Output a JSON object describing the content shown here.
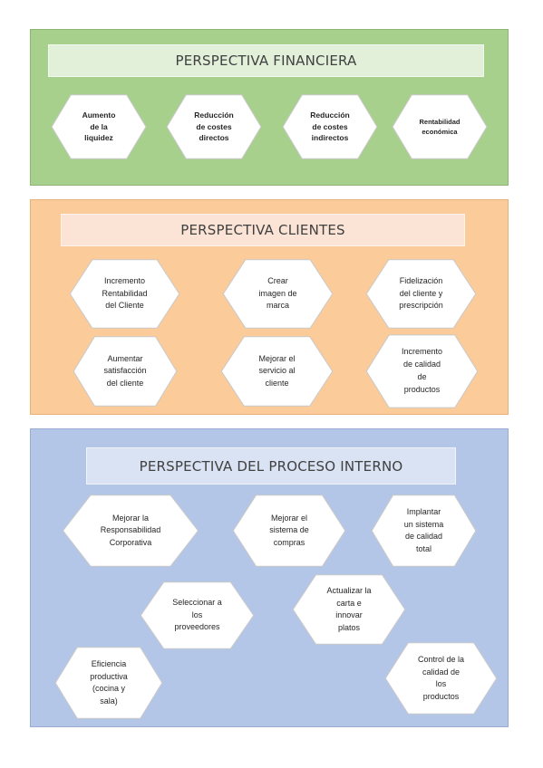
{
  "colors": {
    "financial_panel": "#a8d08d",
    "financial_border": "#8fb574",
    "financial_title_box": "#e2efd9",
    "clients_panel": "#fbcb9a",
    "clients_border": "#e5b07c",
    "clients_title_box": "#fbe4d5",
    "internal_panel": "#b4c6e7",
    "internal_border": "#99add0",
    "internal_title_box": "#dae3f3",
    "hex_fill": "#ffffff",
    "hex_stroke": "#c9c9c9",
    "text": "#262626"
  },
  "financial": {
    "title": "PERSPECTIVA FINANCIERA",
    "items": [
      {
        "label": "Aumento\nde la\nliquidez"
      },
      {
        "label": "Reducción\nde costes\ndirectos"
      },
      {
        "label": "Reducción\nde costes\nindirectos"
      },
      {
        "label": "Rentabilidad\neconómica"
      }
    ]
  },
  "clients": {
    "title": "PERSPECTIVA CLIENTES",
    "items": [
      {
        "label": "Incremento\nRentabilidad\ndel Cliente"
      },
      {
        "label": "Crear\nimagen de\nmarca"
      },
      {
        "label": "Fidelización\ndel cliente y\nprescripción"
      },
      {
        "label": "Aumentar\nsatisfacción\ndel cliente"
      },
      {
        "label": "Mejorar el\nservicio al\ncliente"
      },
      {
        "label": "Incremento\nde calidad\nde\nproductos"
      }
    ]
  },
  "internal": {
    "title": "PERSPECTIVA DEL PROCESO INTERNO",
    "items": [
      {
        "label": "Mejorar la\nResponsabilidad\nCorporativa"
      },
      {
        "label": "Mejorar el\nsistema de\ncompras"
      },
      {
        "label": "Implantar\nun sistema\nde calidad\ntotal"
      },
      {
        "label": "Seleccionar a\nlos\nproveedores"
      },
      {
        "label": "Actualizar la\ncarta e\ninnovar\nplatos"
      },
      {
        "label": "Eficiencia\nproductiva\n(cocina y\nsala)"
      },
      {
        "label": "Control de la\ncalidad de\nlos\nproductos"
      }
    ]
  }
}
